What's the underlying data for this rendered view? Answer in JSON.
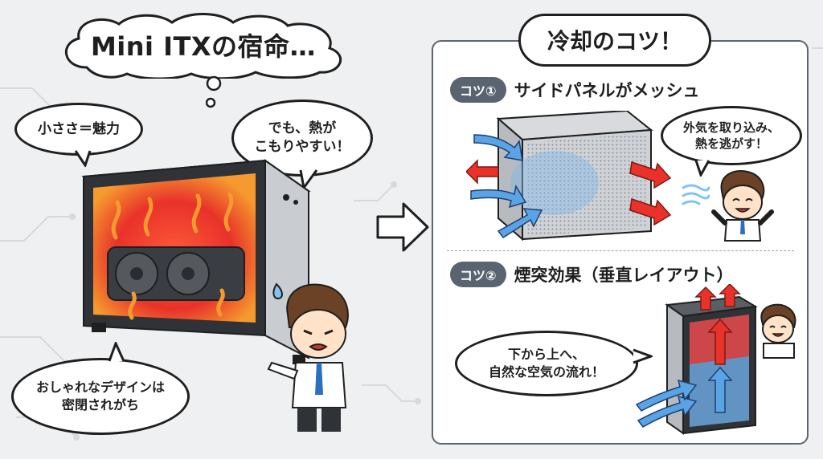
{
  "title": "Mini ITXの宿命…",
  "bubbles": {
    "small_charm": "小ささ＝魅力",
    "heat_line1": "でも、熱が",
    "heat_line2": "こもりやすい！",
    "design_line1": "おしゃれなデザインは",
    "design_line2": "密閉されがち"
  },
  "panel": {
    "title": "冷却のコツ！",
    "tip1": {
      "badge": "コツ①",
      "label": "サイドパネルがメッシュ",
      "bubble_line1": "外気を取り込み、",
      "bubble_line2": "熱を逃がす！"
    },
    "tip2": {
      "badge": "コツ②",
      "label": "煙突効果（垂直レイアウト）",
      "bubble_line1": "下から上へ、",
      "bubble_line2": "自然な空気の流れ！"
    }
  },
  "colors": {
    "background": "#eef0f2",
    "hot_red": "#e8322a",
    "hot_orange": "#f59a2e",
    "cool_blue": "#3f8fd8",
    "badge_gray": "#5a6470",
    "case_silver": "#c9ccd0"
  },
  "icons": [
    "flame-icon",
    "airflow-arrow-icon",
    "sweat-drop-icon",
    "right-arrow-icon",
    "wind-icon"
  ]
}
